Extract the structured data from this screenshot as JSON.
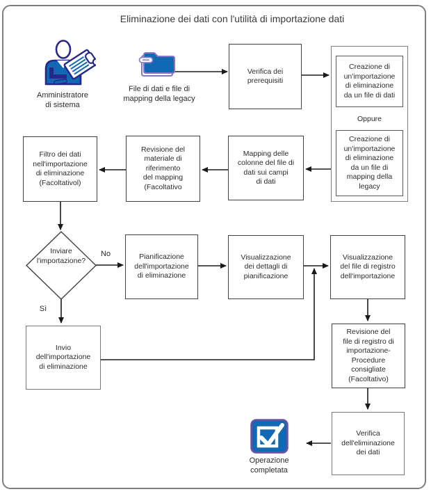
{
  "title": "Eliminazione dei dati con l'utilità di importazione dati",
  "actors": {
    "admin": {
      "label": "Amministratore\ndi sistema"
    },
    "files": {
      "label": "File di dati e file di\nmapping della legacy"
    },
    "done": {
      "label": "Operazione\ncompletata"
    }
  },
  "nodes": {
    "verifica": "Verifica dei\nprerequisiti",
    "creazione_dati": "Creazione di\nun'importazione\ndi eliminazione\nda un file di dati",
    "oppure": "Oppure",
    "creazione_mapping": "Creazione di\nun'importazione\ndi eliminazione\nda un file di\nmapping della\nlegacy",
    "mapping": "Mapping delle\ncolonne del file di\ndati sui campi\ndi dati",
    "revisione_mapping": "Revisione del\nmateriale di\nriferimento\ndel mapping\n(Facoltativo",
    "filtro": "Filtro dei dati\nnell'importazione\ndi eliminazione\n(Facoltativol)",
    "pianificazione": "Pianificazione\ndell'importazione\ndi eliminazione",
    "dettagli": "Visualizzazione\ndei dettagli di\npianificazione",
    "registro": "Visualizzazione\ndel file di registro\ndell'importazione",
    "revisione_registro": "Revisione del\nfile di registro di\nimportazione-\nProcedure\nconsigliate\n(Facoltativo)",
    "invio": "Invio\ndell'importazione\ndi eliminazione",
    "verifica_eliminazione": "Verifica\ndell'eliminazione\ndei dati"
  },
  "decision": {
    "label": "Inviare\nl'importazione?",
    "no": "No",
    "yes": "Sì"
  },
  "colors": {
    "icon_blue": "#1168B3",
    "icon_navy": "#26268B",
    "icon_purple": "#8577C6",
    "check_border_purple": "#6F51A5",
    "line": "#1a1a1a",
    "box_border": "#404040",
    "page_border": "#7f7f7f"
  }
}
